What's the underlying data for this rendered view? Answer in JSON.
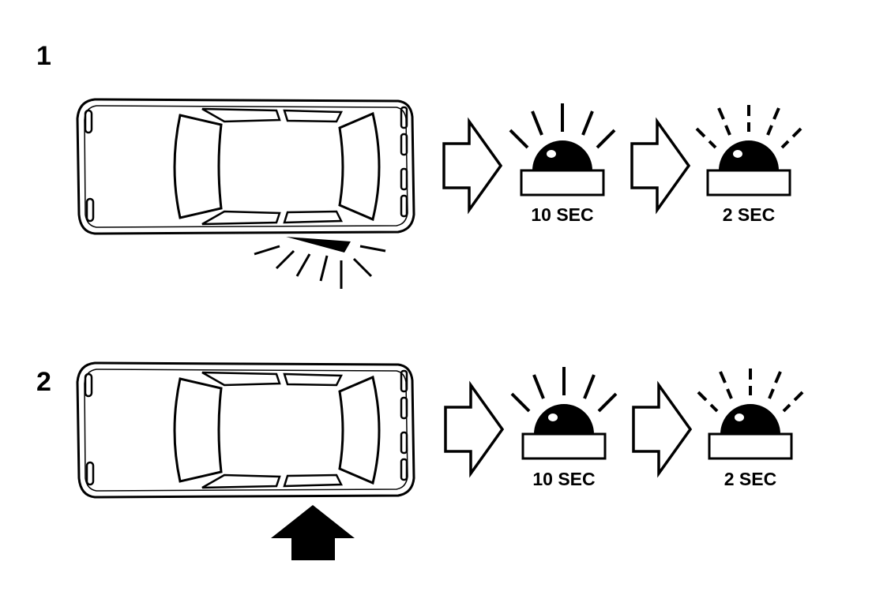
{
  "steps": [
    {
      "number": "1",
      "trigger": "door-open",
      "durations": [
        "10 SEC",
        "2 SEC"
      ],
      "beacon_modes": [
        "steady",
        "flashing"
      ]
    },
    {
      "number": "2",
      "trigger": "side-impact",
      "durations": [
        "10 SEC",
        "2 SEC"
      ],
      "beacon_modes": [
        "steady",
        "flashing"
      ]
    }
  ],
  "colors": {
    "ink": "#000000",
    "background": "#ffffff"
  }
}
